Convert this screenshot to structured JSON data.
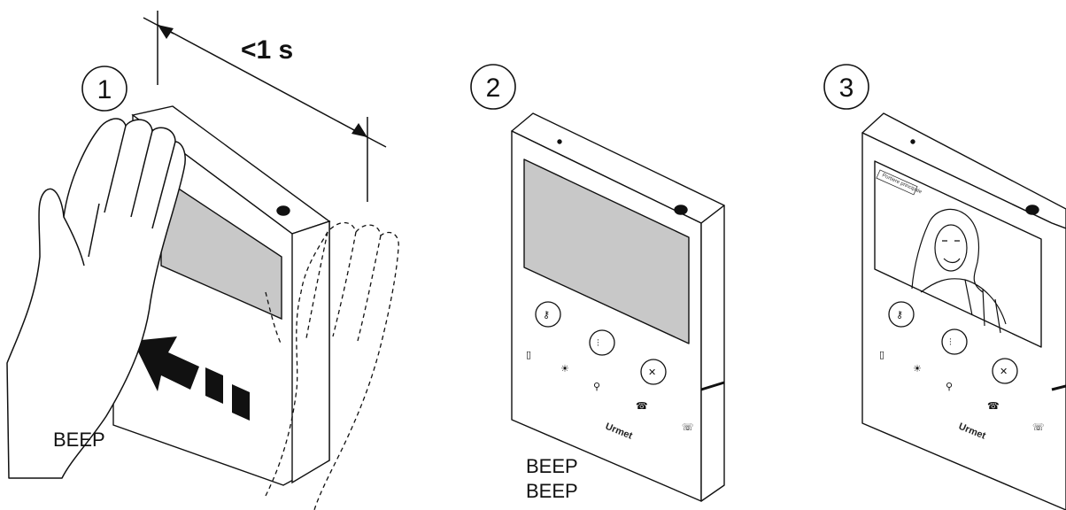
{
  "timing_label": "<1 s",
  "steps": [
    {
      "number": "1",
      "sounds": [
        "BEEP"
      ]
    },
    {
      "number": "2",
      "sounds": [
        "BEEP",
        "BEEP"
      ]
    },
    {
      "number": "3",
      "sounds": []
    }
  ],
  "device": {
    "brand": "Urmet",
    "screen_overlay_text": "Portiere principale"
  },
  "icons": [
    "key-icon",
    "sliders-icon",
    "mute-mic-icon",
    "door-icon",
    "light-icon",
    "door-release-icon",
    "phone-ring-icon",
    "call-icon"
  ],
  "colors": {
    "line": "#1a1a1a",
    "screen_gray": "#c8c8c8",
    "panel": "#ffffff"
  }
}
